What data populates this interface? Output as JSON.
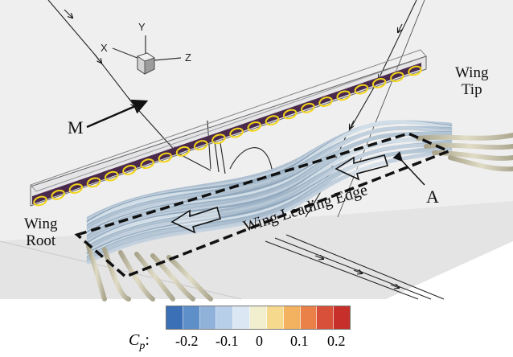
{
  "labels": {
    "wing_tip": [
      "Wing",
      "Tip"
    ],
    "wing_root": [
      "Wing",
      "Root"
    ],
    "leading_edge": "Wing Leading Edge",
    "M": "M",
    "A": "A"
  },
  "axes": {
    "x": "X",
    "y": "Y",
    "z": "Z"
  },
  "colorbar": {
    "symbol": "C",
    "subscript": "p",
    "suffix": ":",
    "ticks": [
      "-0.2",
      "-0.1",
      "0",
      "0.1",
      "0.2"
    ],
    "colors": [
      "#3b6fb6",
      "#5f8fc9",
      "#8fb1da",
      "#b7cfe8",
      "#dbe8f3",
      "#f2efcf",
      "#f6d98c",
      "#f3b25f",
      "#ea8148",
      "#d9503a",
      "#c72f2a"
    ]
  },
  "colors": {
    "panel": "#eeeeee",
    "wing_surface": "#e3e3e3",
    "cylinder_outer": "#4a2a4c",
    "cylinder_ring": "#f2d51a",
    "tube": "#b8c8d6",
    "tube_tan": "#c8c2a8"
  }
}
